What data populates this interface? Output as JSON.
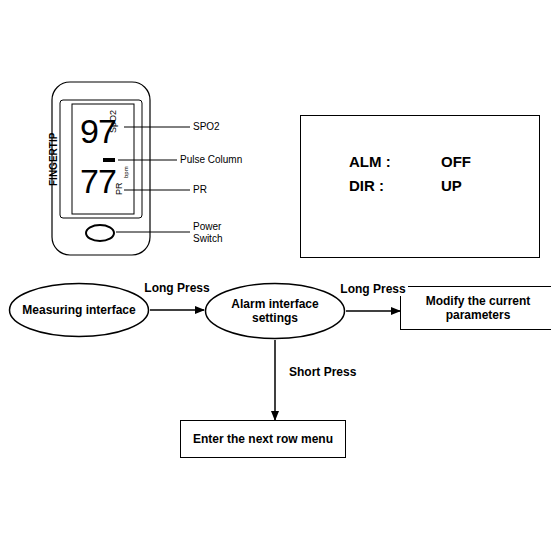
{
  "diagram": {
    "nodes": [
      {
        "text": [
          "ALM :",
          "OFF",
          "DIR :",
          "UP"
        ]
      },
      {
        "text": [
          "Measuring interface"
        ]
      },
      {
        "text": [
          "Alarm interface settings"
        ]
      },
      {
        "text": [
          "Modify the current parameters"
        ]
      },
      {
        "text": [
          "Enter the next row menu"
        ]
      }
    ],
    "edges": [
      {
        "from": 1,
        "to": 2,
        "label": "Long Press",
        "arrow": "to"
      },
      {
        "from": 2,
        "to": 3,
        "label": "Long Press",
        "arrow": "to"
      },
      {
        "from": 2,
        "to": 4,
        "label": "Short Press",
        "arrow": "to"
      }
    ],
    "labels": [
      "FINGERTIP",
      "97",
      "SpO2",
      "77",
      "PR",
      "bpm",
      "SPO2",
      "Pulse Column",
      "PR",
      "Power Switch"
    ]
  }
}
